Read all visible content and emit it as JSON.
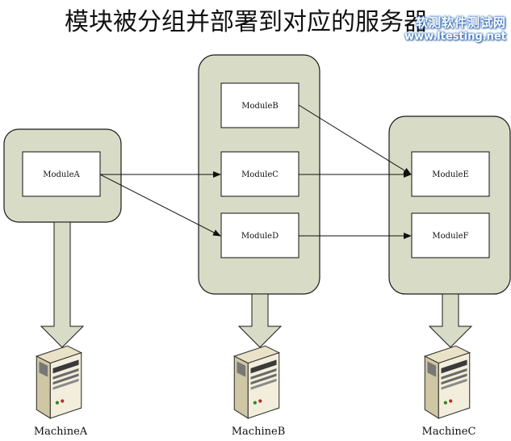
{
  "title": "模块被分组并部署到对应的服务器",
  "watermark": {
    "line1": "软测软件测试网",
    "line2": "www.ltesting.net"
  },
  "colors": {
    "group_fill": "#d8dcc6",
    "group_stroke": "#1a1a1a",
    "module_fill": "#ffffff",
    "arrow": "#111111"
  },
  "groups": [
    {
      "id": "group-a",
      "modules": [
        "ModuleA"
      ],
      "machine": "MachineA"
    },
    {
      "id": "group-b",
      "modules": [
        "ModuleB",
        "ModuleC",
        "ModuleD"
      ],
      "machine": "MachineB"
    },
    {
      "id": "group-c",
      "modules": [
        "ModuleE",
        "ModuleF"
      ],
      "machine": "MachineC"
    }
  ],
  "connections": [
    {
      "from": "ModuleA",
      "to": "ModuleC"
    },
    {
      "from": "ModuleA",
      "to": "ModuleD"
    },
    {
      "from": "ModuleB",
      "to": "ModuleE"
    },
    {
      "from": "ModuleC",
      "to": "ModuleE"
    },
    {
      "from": "ModuleD",
      "to": "ModuleF"
    }
  ],
  "machine_icon": "server-tower-icon"
}
